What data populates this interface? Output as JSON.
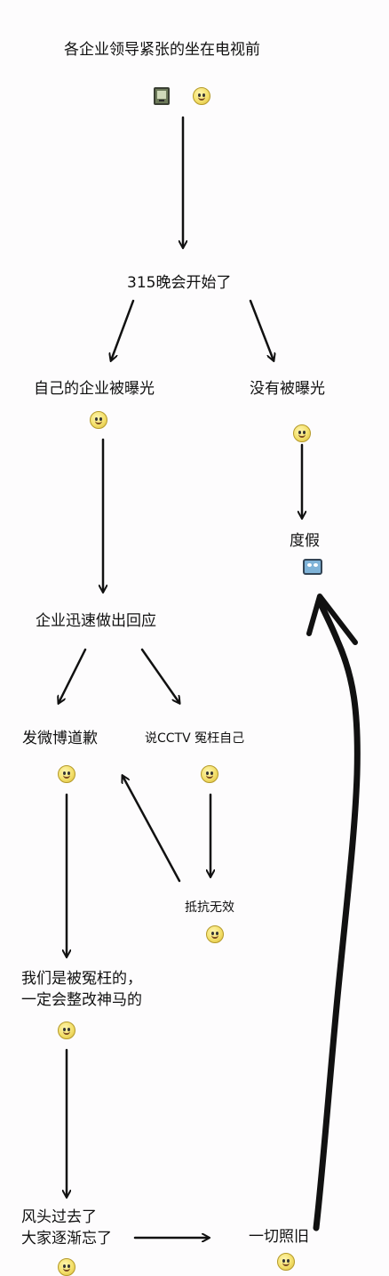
{
  "nodes": {
    "start": "各企业领导紧张的坐在电视前",
    "show_starts": "315晚会开始了",
    "exposed": "自己的企业被曝光",
    "not_exposed": "没有被曝光",
    "holiday": "度假",
    "respond": "企业迅速做出回应",
    "weibo_apology": "发微博道歉",
    "blame_cctv": "说CCTV  冤枉自己",
    "resistance_useless": "抵抗无效",
    "wronged_line1": "我们是被冤枉的，",
    "wronged_line2": "一定会整改神马的",
    "forgotten_line1": "风头过去了",
    "forgotten_line2": "大家逐渐忘了",
    "as_usual": "一切照旧"
  },
  "icons": {
    "tv": "tv-icon",
    "nervous": "nervous-face-icon",
    "crying": "crying-face-icon",
    "laughing": "laughing-face-icon",
    "holiday": "holiday-box-icon",
    "sad": "sad-face-icon",
    "angry": "angry-face-icon",
    "resigned": "resigned-face-icon",
    "shy": "shy-face-icon",
    "bored": "bored-face-icon",
    "smile": "smile-face-icon"
  },
  "colors": {
    "arrow": "#111111",
    "background": "#fdfcfd"
  }
}
